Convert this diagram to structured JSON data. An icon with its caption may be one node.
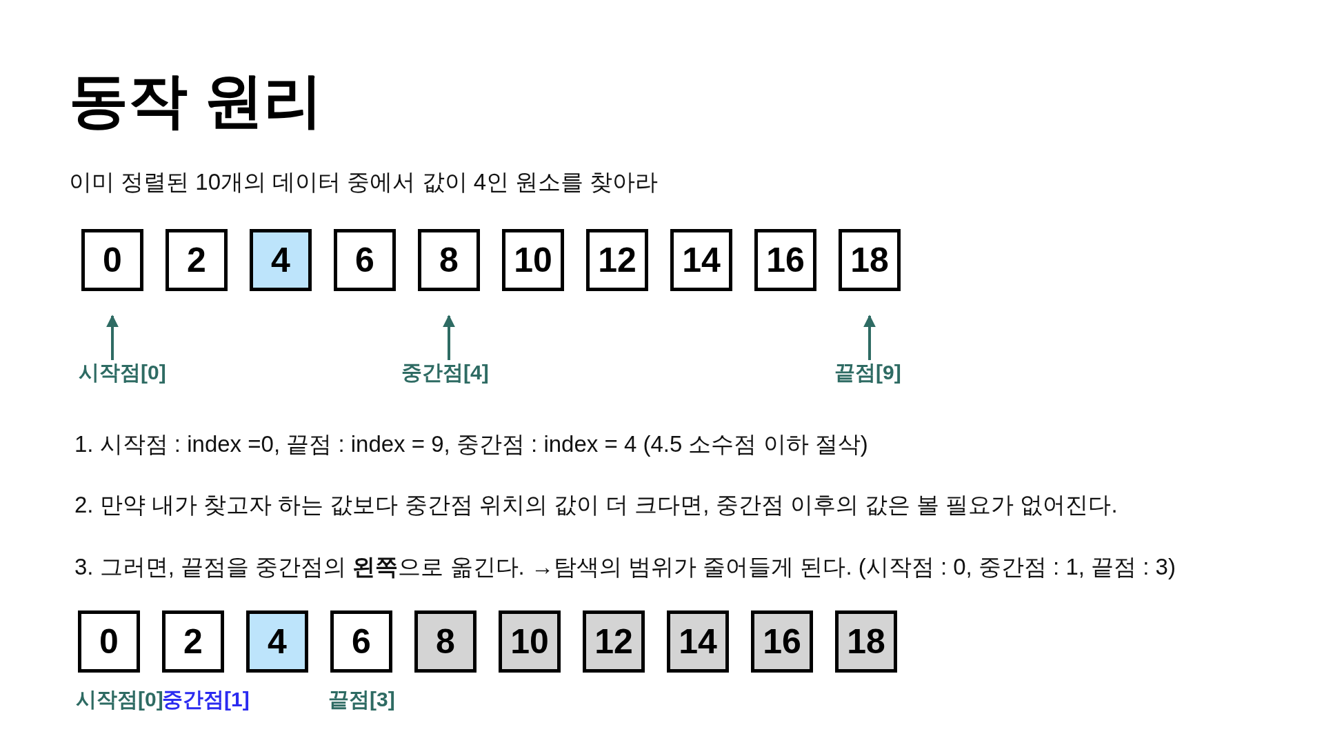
{
  "diagram": {
    "title": "동작 원리",
    "nodes": [
      {
        "text": [
          "0"
        ]
      },
      {
        "text": [
          "2"
        ]
      },
      {
        "text": [
          "4"
        ]
      },
      {
        "text": [
          "6"
        ]
      },
      {
        "text": [
          "8"
        ]
      },
      {
        "text": [
          "10"
        ]
      },
      {
        "text": [
          "12"
        ]
      },
      {
        "text": [
          "14"
        ]
      },
      {
        "text": [
          "16"
        ]
      },
      {
        "text": [
          "18"
        ]
      },
      {
        "text": [
          "0"
        ]
      },
      {
        "text": [
          "2"
        ]
      },
      {
        "text": [
          "4"
        ]
      },
      {
        "text": [
          "6"
        ]
      },
      {
        "text": [
          "8"
        ]
      },
      {
        "text": [
          "10"
        ]
      },
      {
        "text": [
          "12"
        ]
      },
      {
        "text": [
          "14"
        ]
      },
      {
        "text": [
          "16"
        ]
      },
      {
        "text": [
          "18"
        ]
      },
      {
        "text": [
          "시작점[0]"
        ]
      },
      {
        "text": [
          "중간점[4]"
        ]
      },
      {
        "text": [
          "끝점[9]"
        ]
      }
    ],
    "edges": [
      {
        "from": 20,
        "to": 0,
        "arrow": "to"
      },
      {
        "from": 21,
        "to": 4,
        "arrow": "to"
      },
      {
        "from": 22,
        "to": 9,
        "arrow": "to"
      }
    ],
    "labels": [
      "이미 정렬된 10개의 데이터 중에서 값이 4인 원소를 찾아라",
      "1. 시작점 : index =0, 끝점 : index = 9, 중간점 : index = 4 (4.5 소수점 이하 절삭)",
      "2. 만약 내가 찾고자 하는 값보다 중간점 위치의 값이 더 크다면, 중간점 이후의 값은 볼 필요가 없어진다.",
      "3. 그러면, 끝점을 중간점의 **왼쪽**으로 옮긴다. →탐색의 범위가 줄어들게 된다. (시작점 : 0, 중간점 : 1, 끝점 : 3)",
      "시작점[0]",
      "중간점[1]",
      "끝점[3]"
    ]
  }
}
